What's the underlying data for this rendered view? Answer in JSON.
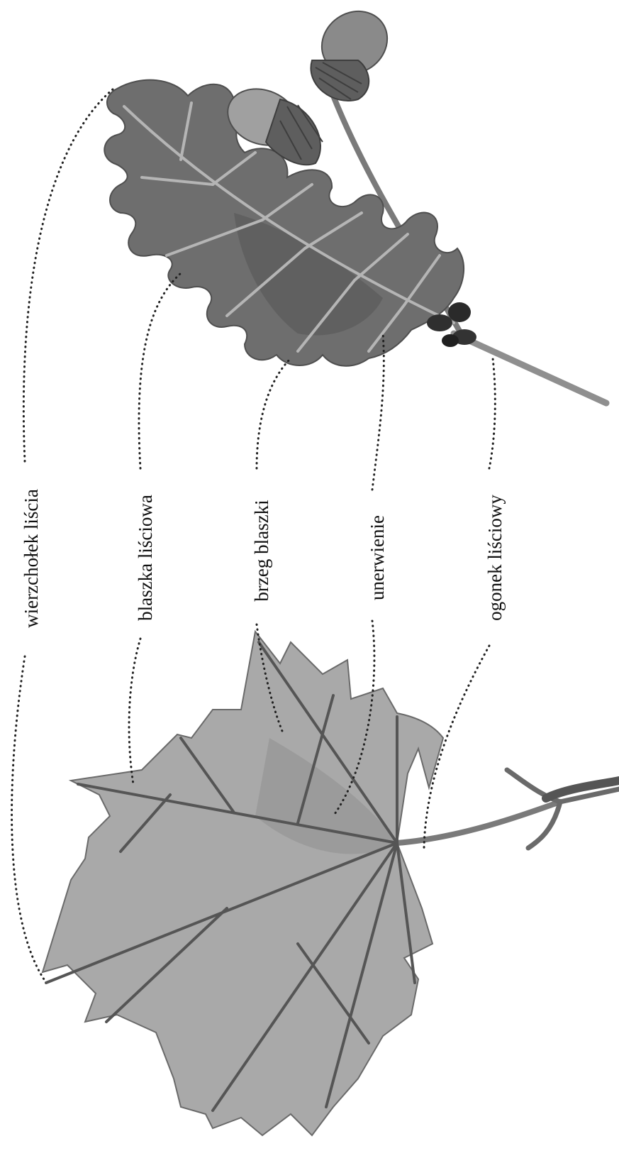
{
  "labels": {
    "apex": "wierzchołek liścia",
    "blade": "blaszka liściowa",
    "margin": "brzeg blaszki",
    "venation": "unerwienie",
    "petiole": "ogonek liściowy"
  },
  "colors": {
    "background": "#ffffff",
    "ink": "#111111",
    "oak_leaf": "#6e6e6e",
    "oak_leaf_dark": "#4f4f4f",
    "oak_vein": "#b5b5b5",
    "acorn": "#8a8a8a",
    "acorn_cup": "#5e5e5e",
    "maple_leaf": "#a9a9a9",
    "maple_vein": "#555555"
  },
  "icons": {
    "oak": "oak-leaf-with-acorns",
    "maple": "maple-leaf"
  }
}
